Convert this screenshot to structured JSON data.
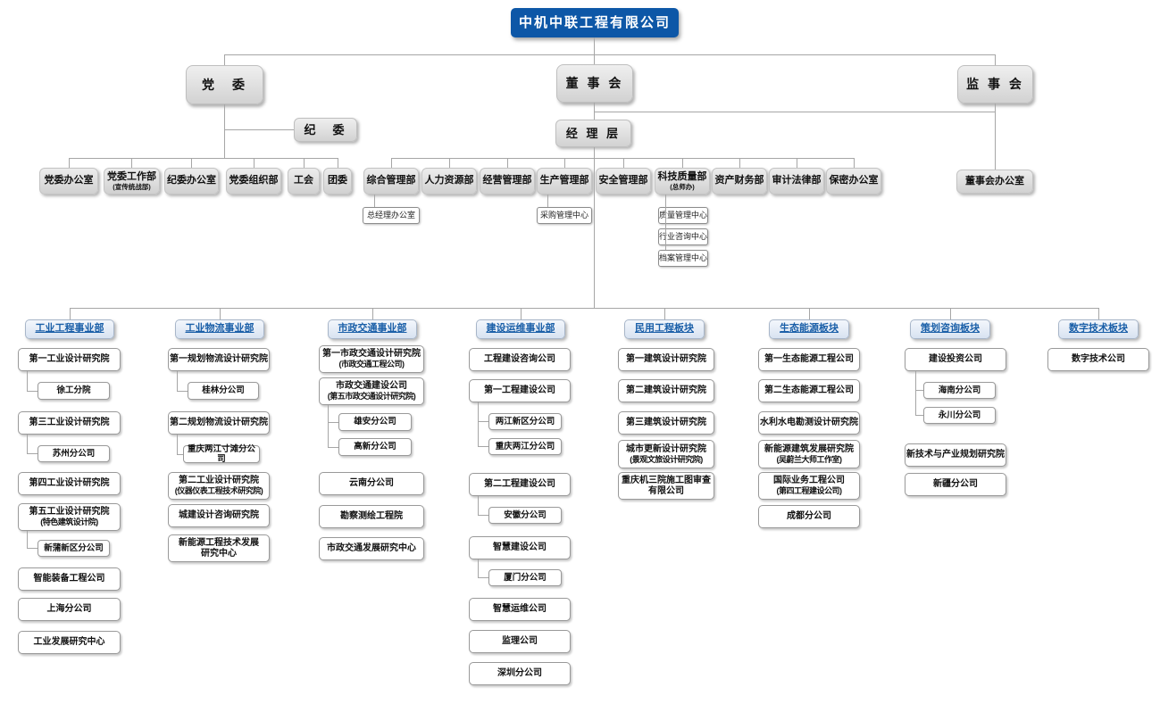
{
  "title": "中机中联工程有限公司",
  "colors": {
    "title_bg": "#0d57a7",
    "header_text": "#1a5fa8",
    "node_gray": "#d9d9d9",
    "line": "#a6a6a6"
  },
  "governance": {
    "party_committee": "党　委",
    "board": "董 事 会",
    "supervisory_board": "监 事 会",
    "discipline_committee": "纪　委",
    "management_layer": "经 理 层",
    "board_office": "董事会办公室"
  },
  "party_departments": [
    {
      "label": "党委办公室"
    },
    {
      "label": "党委工作部",
      "sub": "(宣传统战部)"
    },
    {
      "label": "纪委办公室"
    },
    {
      "label": "党委组织部"
    },
    {
      "label": "工会"
    },
    {
      "label": "团委"
    }
  ],
  "management_departments": [
    {
      "label": "综合管理部",
      "children": [
        "总经理办公室"
      ]
    },
    {
      "label": "人力资源部",
      "children": []
    },
    {
      "label": "经营管理部",
      "children": []
    },
    {
      "label": "生产管理部",
      "children": [
        "采购管理中心"
      ]
    },
    {
      "label": "安全管理部",
      "children": []
    },
    {
      "label": "科技质量部",
      "sub": "(总师办)",
      "children": [
        "质量管理中心",
        "行业咨询中心",
        "档案管理中心"
      ]
    },
    {
      "label": "资产财务部",
      "children": []
    },
    {
      "label": "审计法律部",
      "children": []
    },
    {
      "label": "保密办公室",
      "children": []
    }
  ],
  "divisions": [
    {
      "header": "工业工程事业部",
      "items": [
        {
          "label": "第一工业设计研究院"
        },
        {
          "label": "徐工分院",
          "child": true
        },
        {
          "label": "第三工业设计研究院"
        },
        {
          "label": "苏州分公司",
          "child": true
        },
        {
          "label": "第四工业设计研究院"
        },
        {
          "label": "第五工业设计研究院",
          "sub": "(特色建筑设计院)"
        },
        {
          "label": "新蒲新区分公司",
          "child": true
        },
        {
          "label": "智能装备工程公司"
        },
        {
          "label": "上海分公司"
        },
        {
          "label": "工业发展研究中心"
        }
      ]
    },
    {
      "header": "工业物流事业部",
      "items": [
        {
          "label": "第一规划物流设计研究院"
        },
        {
          "label": "桂林分公司",
          "child": true
        },
        {
          "label": "第二规划物流设计研究院"
        },
        {
          "label": "重庆两江寸滩分公司",
          "child": true
        },
        {
          "label": "第二工业设计研究院",
          "sub": "(仪器仪表工程技术研究院)"
        },
        {
          "label": "城建设计咨询研究院"
        },
        {
          "label": "新能源工程技术发展\n研究中心"
        }
      ]
    },
    {
      "header": "市政交通事业部",
      "items": [
        {
          "label": "第一市政交通设计研究院",
          "sub": "(市政交通工程公司)"
        },
        {
          "label": "市政交通建设公司",
          "sub": "(第五市政交通设计研究院)"
        },
        {
          "label": "雄安分公司",
          "child": true
        },
        {
          "label": "高新分公司",
          "child": true
        },
        {
          "label": "云南分公司"
        },
        {
          "label": "勘察测绘工程院"
        },
        {
          "label": "市政交通发展研究中心"
        }
      ]
    },
    {
      "header": "建设运维事业部",
      "items": [
        {
          "label": "工程建设咨询公司"
        },
        {
          "label": "第一工程建设公司"
        },
        {
          "label": "两江新区分公司",
          "child": true
        },
        {
          "label": "重庆两江分公司",
          "child": true
        },
        {
          "label": "第二工程建设公司"
        },
        {
          "label": "安徽分公司",
          "child": true
        },
        {
          "label": "智慧建设公司"
        },
        {
          "label": "厦门分公司",
          "child": true
        },
        {
          "label": "智慧运维公司"
        },
        {
          "label": "监理公司"
        },
        {
          "label": "深圳分公司"
        }
      ]
    },
    {
      "header": "民用工程板块",
      "items": [
        {
          "label": "第一建筑设计研究院"
        },
        {
          "label": "第二建筑设计研究院"
        },
        {
          "label": "第三建筑设计研究院"
        },
        {
          "label": "城市更新设计研究院",
          "sub": "(景观文旅设计研究院)"
        },
        {
          "label": "重庆机三院施工图审查\n有限公司"
        }
      ]
    },
    {
      "header": "生态能源板块",
      "items": [
        {
          "label": "第一生态能源工程公司"
        },
        {
          "label": "第二生态能源工程公司"
        },
        {
          "label": "水利水电勘测设计研究院"
        },
        {
          "label": "新能源建筑发展研究院",
          "sub": "(吴蔚兰大师工作室)"
        },
        {
          "label": "国际业务工程公司",
          "sub": "(第四工程建设公司)"
        },
        {
          "label": "成都分公司"
        }
      ]
    },
    {
      "header": "策划咨询板块",
      "items": [
        {
          "label": "建设投资公司"
        },
        {
          "label": "海南分公司",
          "child": true
        },
        {
          "label": "永川分公司",
          "child": true
        },
        {
          "label": "新技术与产业规划研究院"
        },
        {
          "label": "新疆分公司"
        }
      ]
    },
    {
      "header": "数字技术板块",
      "items": [
        {
          "label": "数字技术公司"
        }
      ]
    }
  ]
}
